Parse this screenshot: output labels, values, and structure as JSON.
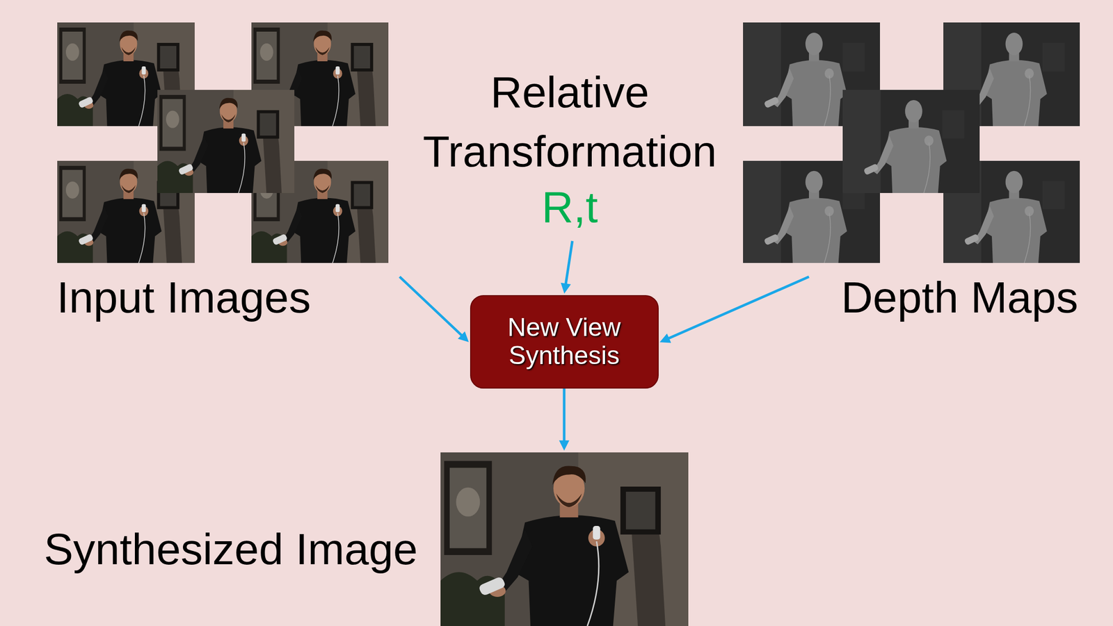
{
  "diagram": {
    "nodes": [
      {
        "text": [
          "Input Images"
        ]
      },
      {
        "text": [
          "Relative Transformation",
          "R,t"
        ]
      },
      {
        "text": [
          "Depth Maps"
        ]
      },
      {
        "text": [
          "New View Synthesis"
        ]
      },
      {
        "text": [
          "Synthesized Image"
        ]
      }
    ],
    "edges": [
      {
        "from": 0,
        "to": 3,
        "arrow": "to"
      },
      {
        "from": 1,
        "to": 3,
        "arrow": "to"
      },
      {
        "from": 2,
        "to": 3,
        "arrow": "to"
      },
      {
        "from": 3,
        "to": 4,
        "arrow": "to"
      }
    ]
  }
}
